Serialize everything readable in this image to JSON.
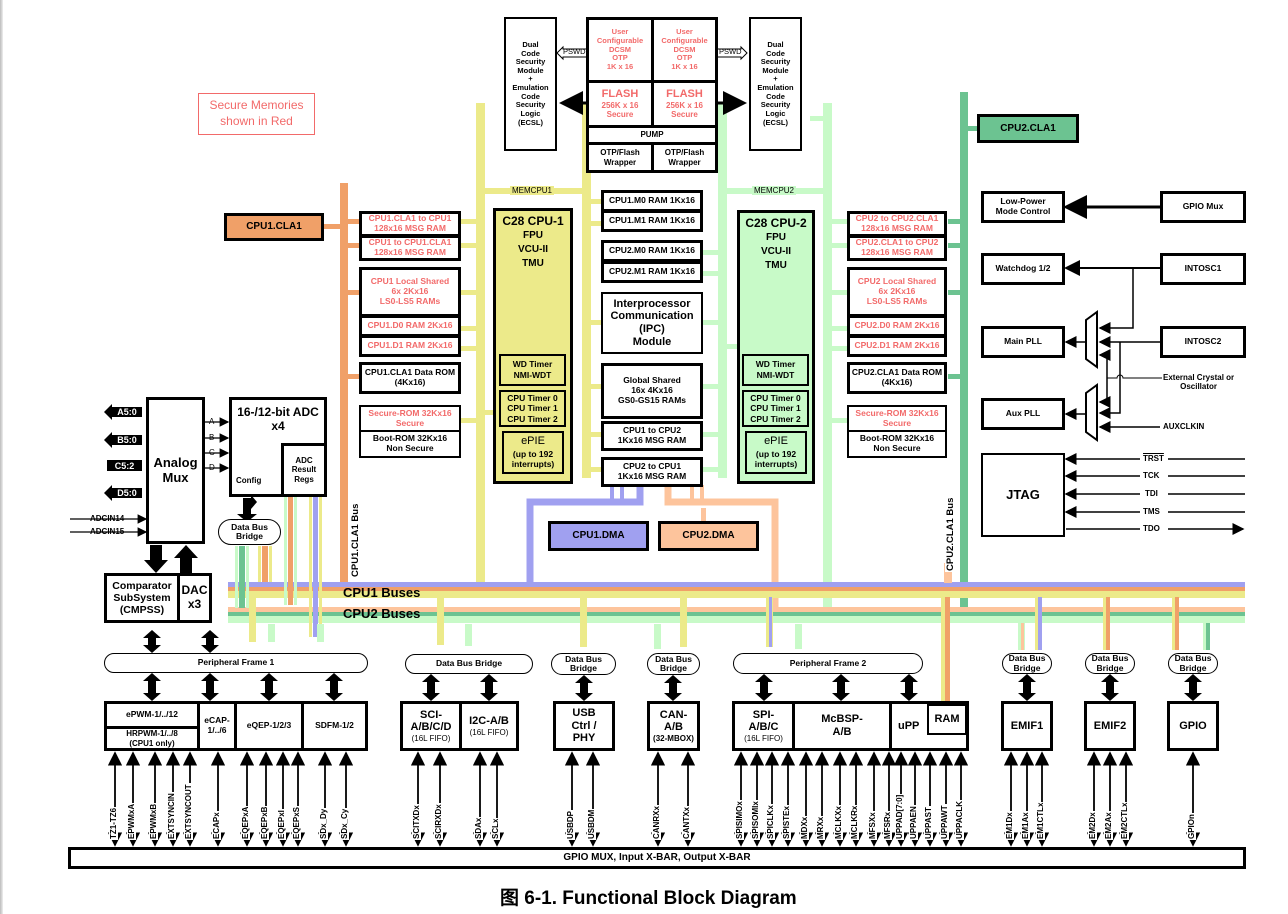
{
  "caption": "图 6-1. Functional Block Diagram",
  "legend_note": "Secure Memories\nshown in Red",
  "colors": {
    "secure_red": "#f26a6a",
    "cpu1_cla1_bus": "#f0a068",
    "cpu2_cla1_bus": "#6cc391",
    "cpu1_bus": "#ecea8a",
    "cpu2_bus": "#c8fac8",
    "cpu1_dma": "#a0a0f0",
    "cpu2_dma": "#fdc49c"
  },
  "top": {
    "dcsm_left": "Dual\nCode\nSecurity\nModule\n+\nEmulation\nCode\nSecurity\nLogic\n(ECSL)",
    "dcsm_right": "Dual\nCode\nSecurity\nModule\n+\nEmulation\nCode\nSecurity\nLogic\n(ECSL)",
    "pswd_left": "PSWD",
    "pswd_right": "PSWD",
    "otp_left": "User\nConfigurable\nDCSM\nOTP\n1K x 16",
    "otp_right": "User\nConfigurable\nDCSM\nOTP\n1K x 16",
    "flash_left_title": "FLASH",
    "flash_left_body": "256K x 16\nSecure",
    "flash_right_title": "FLASH",
    "flash_right_body": "256K x 16\nSecure",
    "pump": "PUMP",
    "wrapper_left": "OTP/Flash\nWrapper",
    "wrapper_right": "OTP/Flash\nWrapper"
  },
  "cpu1_side": {
    "cla": "CPU1.CLA1",
    "bus_label": "CPU1.CLA1 Bus",
    "memcpu": "MEMCPU1",
    "msg_cla_to_cpu": "CPU1.CLA1 to CPU1\n128x16 MSG RAM",
    "msg_cpu_to_cla": "CPU1 to CPU1.CLA1\n128x16 MSG RAM",
    "local_shared": "CPU1 Local Shared\n6x 2Kx16\nLS0-LS5 RAMs",
    "d0": "CPU1.D0 RAM 2Kx16",
    "d1": "CPU1.D1 RAM 2Kx16",
    "cla_data_rom": "CPU1.CLA1 Data ROM\n(4Kx16)",
    "secure_rom": "Secure-ROM 32Kx16\nSecure",
    "boot_rom": "Boot-ROM 32Kx16\nNon Secure",
    "cpu_title": "C28 CPU-1",
    "cpu_features": "FPU\nVCU-II\nTMU",
    "wd": "WD Timer\nNMI-WDT",
    "timers": "CPU Timer 0\nCPU Timer 1\nCPU Timer 2",
    "epie_title": "ePIE",
    "epie_body": "(up to 192\ninterrupts)",
    "dma": "CPU1.DMA"
  },
  "cpu2_side": {
    "cla": "CPU2.CLA1",
    "bus_label": "CPU2.CLA1 Bus",
    "memcpu": "MEMCPU2",
    "msg_cpu_to_cla": "CPU2 to CPU2.CLA1\n128x16 MSG RAM",
    "msg_cla_to_cpu": "CPU2.CLA1 to CPU2\n128x16 MSG RAM",
    "local_shared": "CPU2 Local Shared\n6x 2Kx16\nLS0-LS5 RAMs",
    "d0": "CPU2.D0 RAM 2Kx16",
    "d1": "CPU2.D1 RAM 2Kx16",
    "cla_data_rom": "CPU2.CLA1 Data ROM\n(4Kx16)",
    "secure_rom": "Secure-ROM 32Kx16\nSecure",
    "boot_rom": "Boot-ROM 32Kx16\nNon Secure",
    "cpu_title": "C28 CPU-2",
    "cpu_features": "FPU\nVCU-II\nTMU",
    "wd": "WD Timer\nNMI-WDT",
    "timers": "CPU Timer 0\nCPU Timer 1\nCPU Timer 2",
    "epie_title": "ePIE",
    "epie_body": "(up to 192\ninterrupts)",
    "dma": "CPU2.DMA"
  },
  "center": {
    "m0_cpu1": "CPU1.M0 RAM 1Kx16",
    "m1_cpu1": "CPU1.M1 RAM 1Kx16",
    "m0_cpu2": "CPU2.M0 RAM 1Kx16",
    "m1_cpu2": "CPU2.M1 RAM 1Kx16",
    "ipc": "Interprocessor\nCommunication\n(IPC)\nModule",
    "global_shared": "Global Shared\n16x 4Kx16\nGS0-GS15 RAMs",
    "msg_1to2": "CPU1 to CPU2\n1Kx16 MSG RAM",
    "msg_2to1": "CPU2 to CPU1\n1Kx16 MSG RAM"
  },
  "system": {
    "low_power": "Low-Power\nMode Control",
    "gpio_mux": "GPIO Mux",
    "watchdog": "Watchdog 1/2",
    "intosc1": "INTOSC1",
    "main_pll": "Main PLL",
    "intosc2": "INTOSC2",
    "ext_osc": "External Crystal or\nOscillator",
    "aux_pll": "Aux PLL",
    "auxclkin": "AUXCLKIN",
    "jtag": "JTAG",
    "jtag_signals": [
      "TRST",
      "TCK",
      "TDI",
      "TMS",
      "TDO"
    ]
  },
  "analog": {
    "pins": [
      "A5:0",
      "B5:0",
      "C5:2",
      "D5:0"
    ],
    "adcin": [
      "ADCIN14",
      "ADCIN15"
    ],
    "mux": "Analog\nMux",
    "mux_outputs": [
      "A",
      "B",
      "C",
      "D"
    ],
    "adc_title": "16-/12-bit ADC\nx4",
    "adc_config": "Config",
    "adc_result": "ADC\nResult\nRegs",
    "bridge": "Data Bus\nBridge",
    "cmpss": "Comparator\nSubSystem\n(CMPSS)",
    "dac": "DAC\nx3"
  },
  "buses": {
    "cpu1": "CPU1 Buses",
    "cpu2": "CPU2 Buses"
  },
  "frames": {
    "pf1": "Peripheral Frame 1",
    "dbb_sci": "Data Bus Bridge",
    "dbb_usb": "Data Bus\nBridge",
    "dbb_can": "Data Bus\nBridge",
    "pf2": "Peripheral Frame 2",
    "dbb_emif1": "Data Bus\nBridge",
    "dbb_emif2": "Data Bus\nBridge",
    "dbb_gpio": "Data Bus\nBridge"
  },
  "peripherals": {
    "epwm": "ePWM-1/../12",
    "hrpwm": "HRPWM-1/../8\n(CPU1 only)",
    "ecap": "eCAP-\n1/../6",
    "eqep": "eQEP-1/2/3",
    "sdfm": "SDFM-1/2",
    "sci_title": "SCI-\nA/B/C/D",
    "sci_sub": "(16L FIFO)",
    "i2c_title": "I2C-A/B",
    "i2c_sub": "(16L FIFO)",
    "usb": "USB\nCtrl /\nPHY",
    "can_title": "CAN-\nA/B",
    "can_sub": "(32-MBOX)",
    "spi_title": "SPI-\nA/B/C",
    "spi_sub": "(16L FIFO)",
    "mcbsp": "McBSP-\nA/B",
    "upp": "uPP",
    "ram": "RAM",
    "emif1": "EMIF1",
    "emif2": "EMIF2",
    "gpio": "GPIO"
  },
  "signals": [
    "TZ1-TZ6",
    "EPWMxA",
    "EPWMxB",
    "EXTSYNCIN",
    "EXTSYNCOUT",
    "ECAPx",
    "EQEPxA",
    "EQEPxB",
    "EQEPxI",
    "EQEPxS",
    "SDx_Dy",
    "SDx_Cy",
    "SCITXDx",
    "SCIRXDx",
    "SDAx",
    "SCLx",
    "USBDP",
    "USBDM",
    "CANRXx",
    "CANTXx",
    "SPISIMOx",
    "SPISOMIx",
    "SPICLKx",
    "SPISTEx",
    "MDXx",
    "MRXx",
    "MCLKXx",
    "MCLKRx",
    "MFSXx",
    "MFSRx",
    "UPPAD[7:0]",
    "UPPAEN",
    "UPPAST",
    "UPPAWT",
    "UPPACLK",
    "EM1Dx",
    "EM1Ax",
    "EM1CTLx",
    "EM2Dx",
    "EM2Ax",
    "EM2CTLx",
    "GPIOn"
  ],
  "gpio_bar": "GPIO MUX, Input X-BAR, Output X-BAR"
}
